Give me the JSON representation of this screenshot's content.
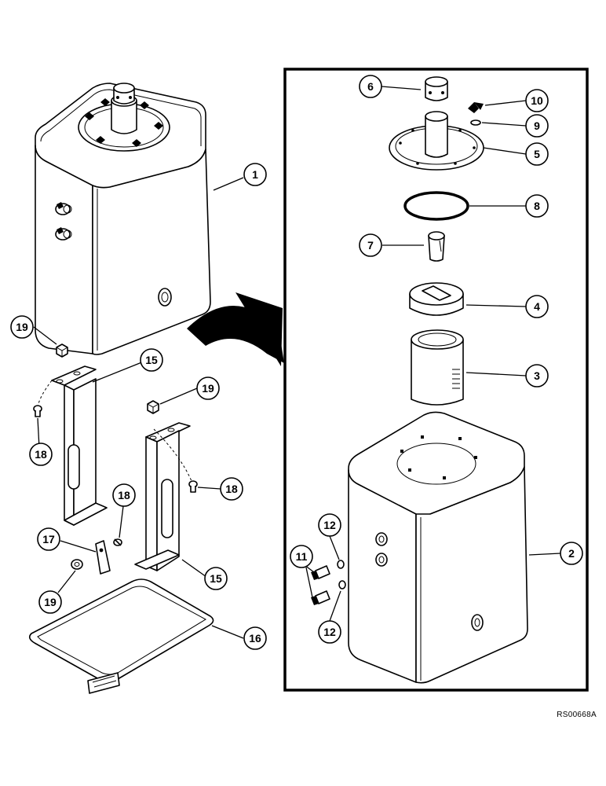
{
  "diagram": {
    "reference_code": "RS00668A",
    "callouts": [
      {
        "id": "c1",
        "label": "1"
      },
      {
        "id": "c2",
        "label": "2"
      },
      {
        "id": "c3",
        "label": "3"
      },
      {
        "id": "c4",
        "label": "4"
      },
      {
        "id": "c5",
        "label": "5"
      },
      {
        "id": "c6",
        "label": "6"
      },
      {
        "id": "c7",
        "label": "7"
      },
      {
        "id": "c8",
        "label": "8"
      },
      {
        "id": "c9",
        "label": "9"
      },
      {
        "id": "c10",
        "label": "10"
      },
      {
        "id": "c11",
        "label": "11"
      },
      {
        "id": "c12a",
        "label": "12"
      },
      {
        "id": "c12b",
        "label": "12"
      },
      {
        "id": "c15a",
        "label": "15"
      },
      {
        "id": "c15b",
        "label": "15"
      },
      {
        "id": "c16",
        "label": "16"
      },
      {
        "id": "c17",
        "label": "17"
      },
      {
        "id": "c18a",
        "label": "18"
      },
      {
        "id": "c18b",
        "label": "18"
      },
      {
        "id": "c18c",
        "label": "18"
      },
      {
        "id": "c19a",
        "label": "19"
      },
      {
        "id": "c19b",
        "label": "19"
      },
      {
        "id": "c19c",
        "label": "19"
      }
    ]
  }
}
